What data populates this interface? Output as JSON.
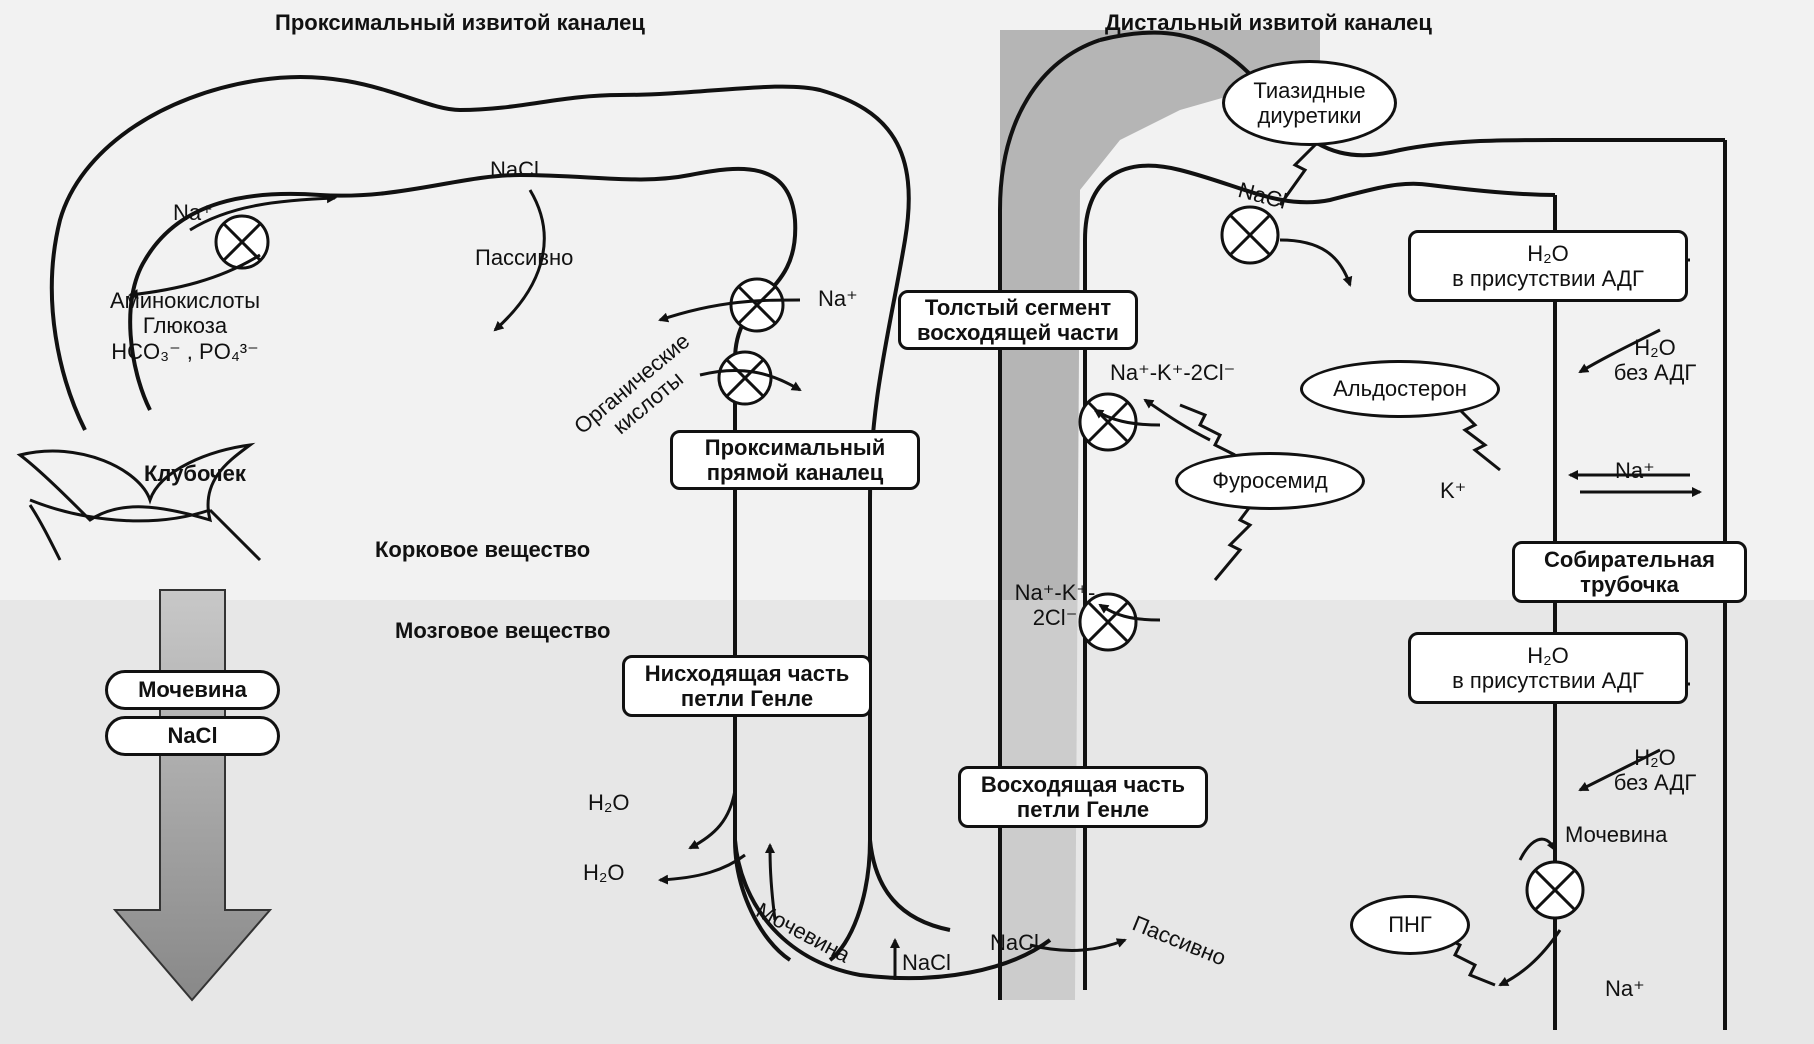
{
  "headers": {
    "proximal": "Проксимальный извитой каналец",
    "distal": "Дистальный извитой каналец"
  },
  "left": {
    "na_plus_1": "Na⁺",
    "nacl": "NaCl",
    "passive": "Пассивно",
    "na_plus_2": "Na⁺",
    "amino": "Аминокислоты",
    "glucose": "Глюкоза",
    "ions": "HCO₃⁻ , PO₄³⁻",
    "organic_acids_1": "Органические",
    "organic_acids_2": "кислоты",
    "glomerulus": "Клубочек",
    "proximal_straight": "Проксимальный прямой каналец",
    "cortex": "Корковое вещество",
    "medulla": "Мозговое вещество",
    "urea_box": "Мочевина",
    "nacl_box": "NaCl",
    "descending": "Нисходящая часть петли Генле",
    "h2o_1": "H₂O",
    "h2o_2": "H₂O",
    "urea_arrow": "Мочевина",
    "nacl_bottom": "NaCl"
  },
  "right": {
    "thiazide": "Тиазидные диуретики",
    "nacl_distal": "NaCl",
    "h2o_adh_h2o": "H₂O",
    "h2o_adh_text": "в присутствии АДГ",
    "thick_segment": "Толстый сегмент восходящей части",
    "nkcc_top": "Na⁺-K⁺-2Cl⁻",
    "h2o_noadh_1": "H₂O",
    "noadh_1": "без АДГ",
    "aldosterone": "Альдостерон",
    "furosemide": "Фуросемид",
    "na_plus": "Na⁺",
    "k_plus": "K⁺",
    "collecting": "Собирательная трубочка",
    "nkcc_bottom_1": "Na⁺-K⁺-",
    "nkcc_bottom_2": "2Cl⁻",
    "h2o_adh2_h2o": "H₂O",
    "h2o_adh2_text": "в присутствии АДГ",
    "h2o_noadh_2": "H₂O",
    "noadh_2": "без АДГ",
    "ascending": "Восходящая часть петли Генле",
    "urea": "Мочевина",
    "png": "ПНГ",
    "na_plus_bottom": "Na⁺",
    "nacl_bottom": "NaCl",
    "passive_bottom": "Пассивно"
  }
}
